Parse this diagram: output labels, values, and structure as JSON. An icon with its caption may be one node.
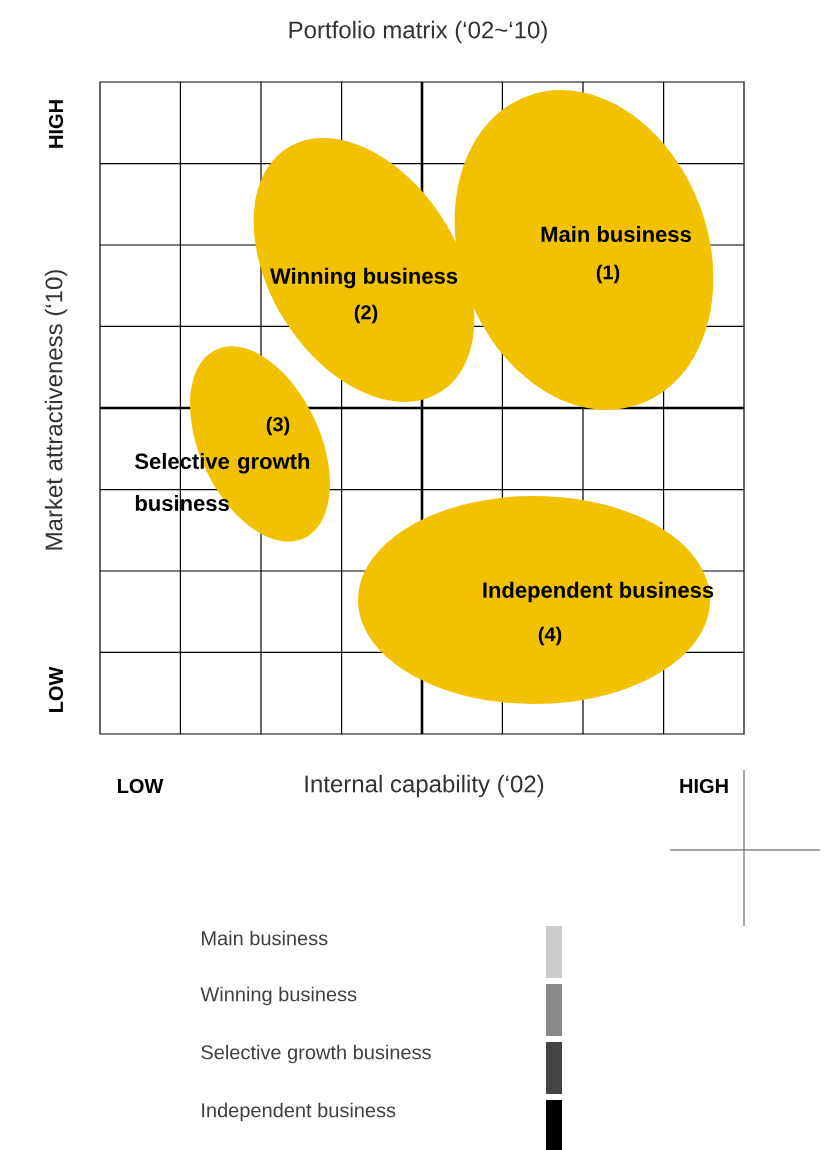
{
  "diagram": {
    "title": "Portfolio matrix (‘02~‘10)",
    "nodes": [
      {
        "text": [
          "Main business",
          "(1)"
        ]
      },
      {
        "text": [
          "Winning business",
          "(2)"
        ]
      },
      {
        "text": [
          "(3)",
          "Selective growth business"
        ]
      },
      {
        "text": [
          "Independent business",
          "(4)"
        ]
      }
    ],
    "labels": [
      "HIGH",
      "Market attractiveness (‘10)",
      "LOW",
      "LOW",
      "Internal capability (‘02)",
      "HIGH"
    ],
    "legend": [
      {
        "text": "Main business",
        "color": "#cccccc"
      },
      {
        "text": "Winning business",
        "color": "#888888"
      },
      {
        "text": "Selective growth business",
        "color": "#444444"
      },
      {
        "text": "Independent business",
        "color": "#000000"
      }
    ]
  }
}
